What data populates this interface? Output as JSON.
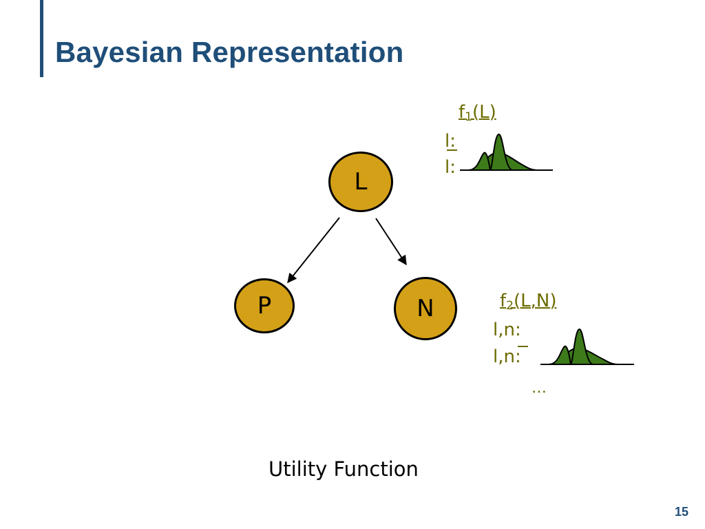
{
  "slide": {
    "title": "Bayesian Representation",
    "caption": "Utility Function",
    "page_number": "15"
  },
  "nodes": {
    "L": "L",
    "P": "P",
    "N": "N"
  },
  "factor1": {
    "head": "f",
    "sub": "1",
    "args": "(L)",
    "row1": "l:",
    "row2": "l:"
  },
  "factor2": {
    "head": "f",
    "sub": "2",
    "args": "(L,N)",
    "row1": "l,n:",
    "row2": "l,n:",
    "ellipsis": "…"
  },
  "colors": {
    "title": "#1f4e79",
    "node_fill": "#d4a017",
    "factor_text": "#6b6b00",
    "distribution_fill": "#3d7a1a"
  }
}
